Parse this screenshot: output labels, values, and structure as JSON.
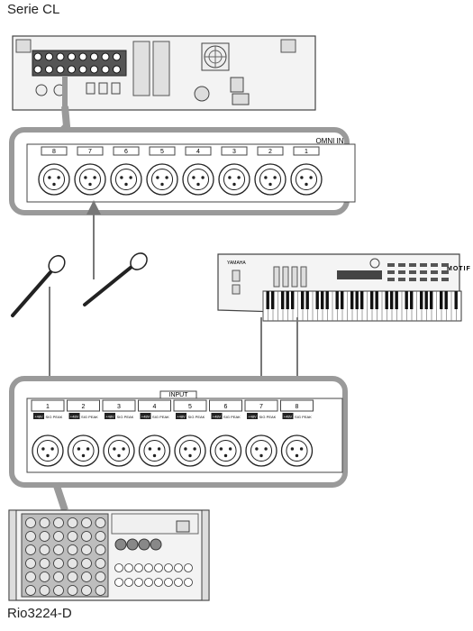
{
  "captions": {
    "top_device": "Serie CL",
    "bottom_device": "Rio3224-D"
  },
  "omni_in": {
    "label": "OMNI IN",
    "channels": [
      "8",
      "7",
      "6",
      "5",
      "4",
      "3",
      "2",
      "1"
    ]
  },
  "rio_input": {
    "label": "INPUT",
    "channels": [
      "1",
      "2",
      "3",
      "4",
      "5",
      "6",
      "7",
      "8"
    ],
    "phantom_label": "+48V",
    "signal_label": "SIG",
    "peak_label": "PEAK"
  },
  "keyboard": {
    "brand": "YAMAHA",
    "model": "MOTIF"
  },
  "colors": {
    "frame": "#9a9a9a",
    "line": "#444444",
    "arrow": "#777777"
  }
}
